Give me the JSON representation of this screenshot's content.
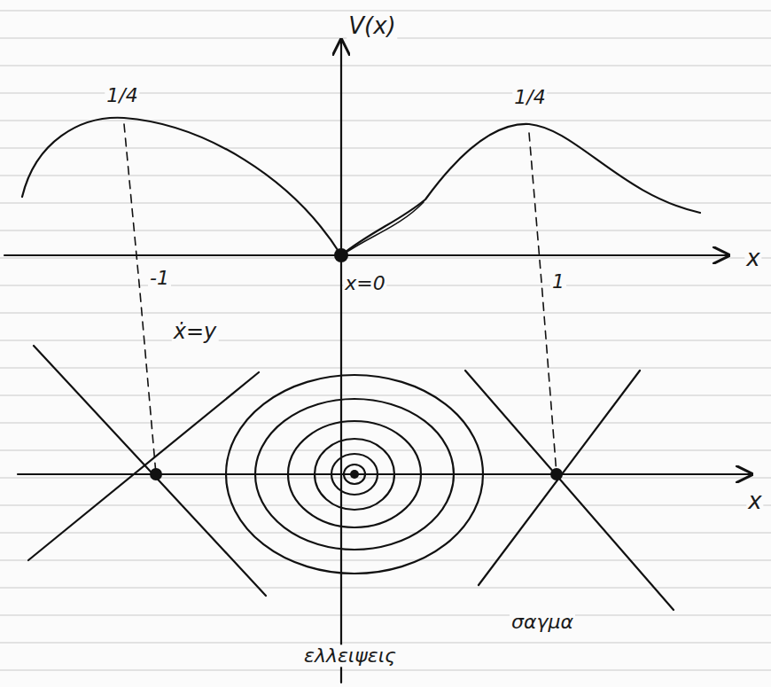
{
  "diagram": {
    "labels": [
      "V(x)",
      "1/4",
      "1/4",
      "x",
      "-1",
      "x=0",
      "1",
      "ẋ=y",
      "x",
      "ελλειψεις",
      "σαγμα"
    ]
  }
}
